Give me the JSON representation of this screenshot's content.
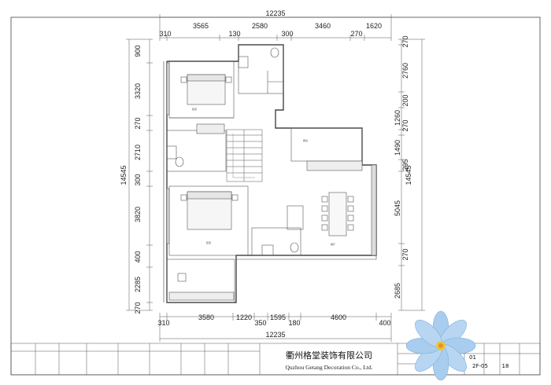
{
  "dimensions": {
    "top_total": "12235",
    "top_segments": [
      "310",
      "3565",
      "130",
      "2580",
      "300",
      "3460",
      "270",
      "1620"
    ],
    "bottom_total": "12235",
    "bottom_segments": [
      "310",
      "3580",
      "1220",
      "350",
      "1595",
      "180",
      "4600",
      "400"
    ],
    "left_total": "14545",
    "left_segments": [
      "900",
      "3320",
      "270",
      "2710",
      "300",
      "3820",
      "400",
      "2285",
      "270"
    ],
    "right_total": "14545",
    "right_segments": [
      "270",
      "2760",
      "200",
      "1260",
      "270",
      "1490",
      "295",
      "5045",
      "270",
      "2685"
    ]
  },
  "title_block": {
    "company_cn": "衢州格堂装饰有限公司",
    "company_en": "Quzhou Getang Decoration Co., Ltd.",
    "drawing_no": "2F-05",
    "sheet_no": "18",
    "partial_code": "01"
  },
  "colors": {
    "line": "#333333",
    "wall": "#555555",
    "flower_petal": "#a9cdee",
    "flower_center": "#f0c040"
  }
}
